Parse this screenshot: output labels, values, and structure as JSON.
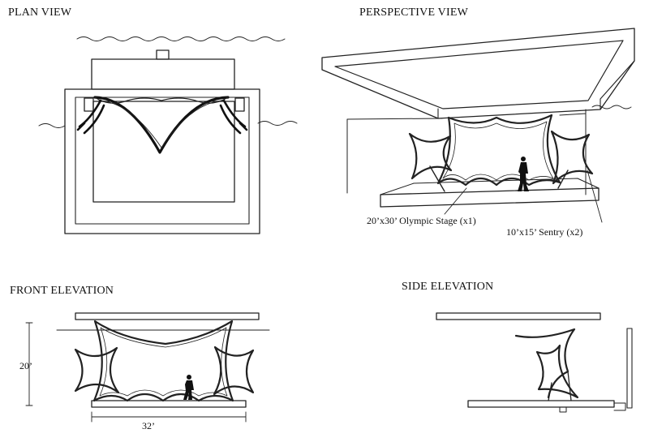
{
  "titles": {
    "plan": "PLAN VIEW",
    "perspective": "PERSPECTIVE VIEW",
    "front": "FRONT ELEVATION",
    "side": "SIDE ELEVATION"
  },
  "callouts": {
    "stage": "20’x30’ Olympic Stage (x1)",
    "sentry": "10’x15’ Sentry (x2)"
  },
  "dimensions": {
    "height": "20’",
    "width": "32’"
  }
}
